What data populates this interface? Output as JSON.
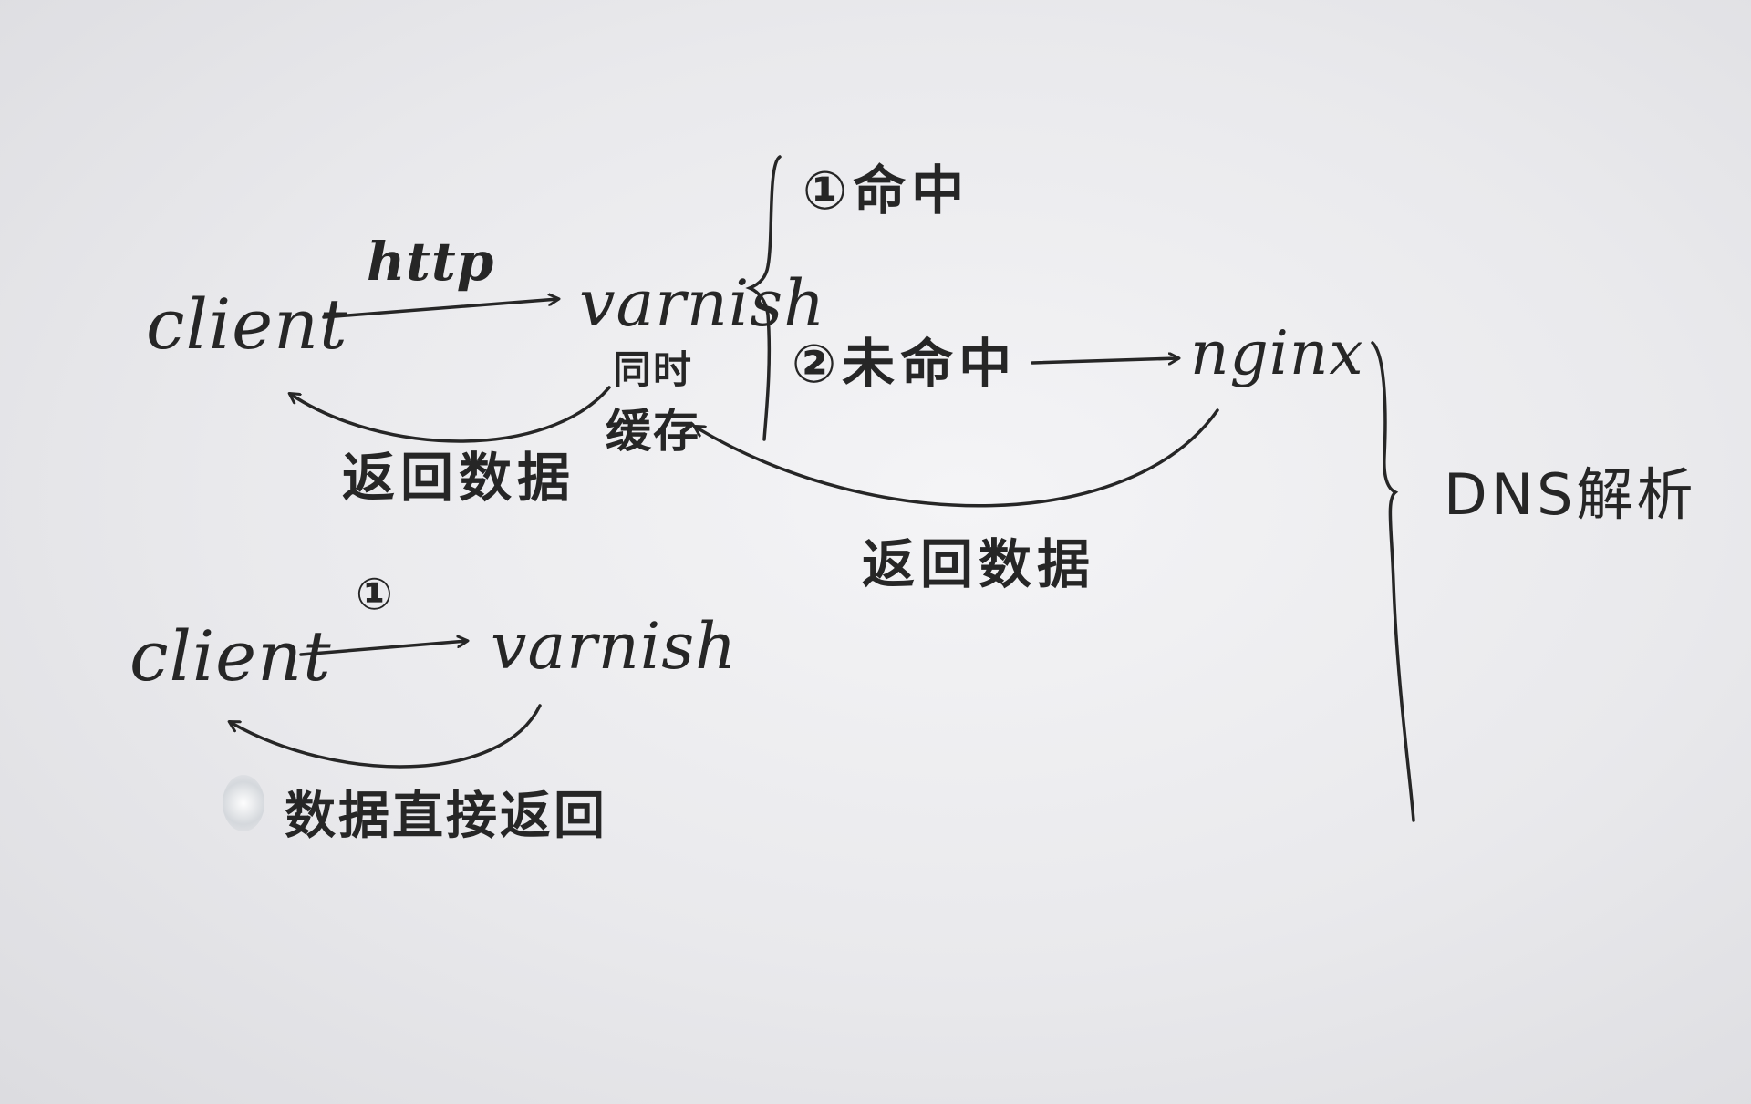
{
  "diagram": {
    "top": {
      "client": "client",
      "http": "http",
      "varnish": "varnish",
      "cache_note_1": "同时",
      "cache_note_2": "缓存",
      "return_left": "返回数据",
      "hit": "①命中",
      "miss": "②未命中",
      "nginx": "nginx",
      "return_bottom": "返回数据",
      "dns": "DNS解析"
    },
    "bottom": {
      "client": "client",
      "step": "①",
      "varnish": "varnish",
      "direct_return": "数据直接返回"
    }
  },
  "colors": {
    "ink": "#262626",
    "paper": "#ececef"
  }
}
